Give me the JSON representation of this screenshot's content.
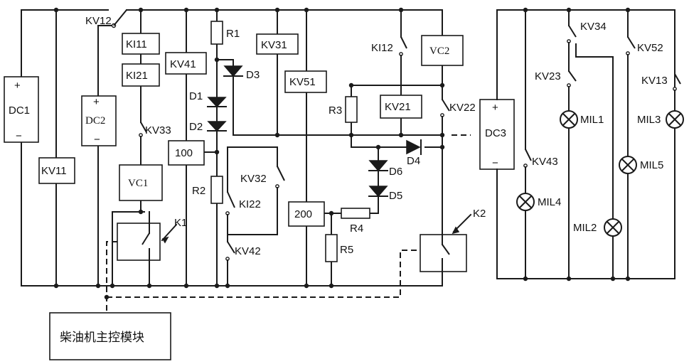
{
  "power": {
    "dc1": "DC1",
    "dc2": "DC2",
    "dc3": "DC3",
    "plus": "+",
    "minus": "−"
  },
  "relays": {
    "kv11": "KV11",
    "ki11": "KI11",
    "ki21": "KI21",
    "vc1": "VC1",
    "kv41": "KV41",
    "kv31": "KV31",
    "kv51": "KV51",
    "kv21": "KV21",
    "vc2": "VC2",
    "b100": "100",
    "b200": "200"
  },
  "contacts": {
    "kv12": "KV12",
    "kv33": "KV33",
    "kv32": "KV32",
    "ki22": "KI22",
    "kv42": "KV42",
    "ki12": "KI12",
    "kv22": "KV22",
    "kv34": "KV34",
    "kv52": "KV52",
    "kv23": "KV23",
    "kv13": "KV13",
    "kv43": "KV43",
    "k1": "K1",
    "k2": "K2"
  },
  "resistors": {
    "r1": "R1",
    "r2": "R2",
    "r3": "R3",
    "r4": "R4",
    "r5": "R5"
  },
  "diodes": {
    "d1": "D1",
    "d2": "D2",
    "d3": "D3",
    "d4": "D4",
    "d5": "D5",
    "d6": "D6"
  },
  "lamps": {
    "mil1": "MIL1",
    "mil2": "MIL2",
    "mil3": "MIL3",
    "mil4": "MIL4",
    "mil5": "MIL5"
  },
  "controller": {
    "label": "柴油机主控模块"
  }
}
